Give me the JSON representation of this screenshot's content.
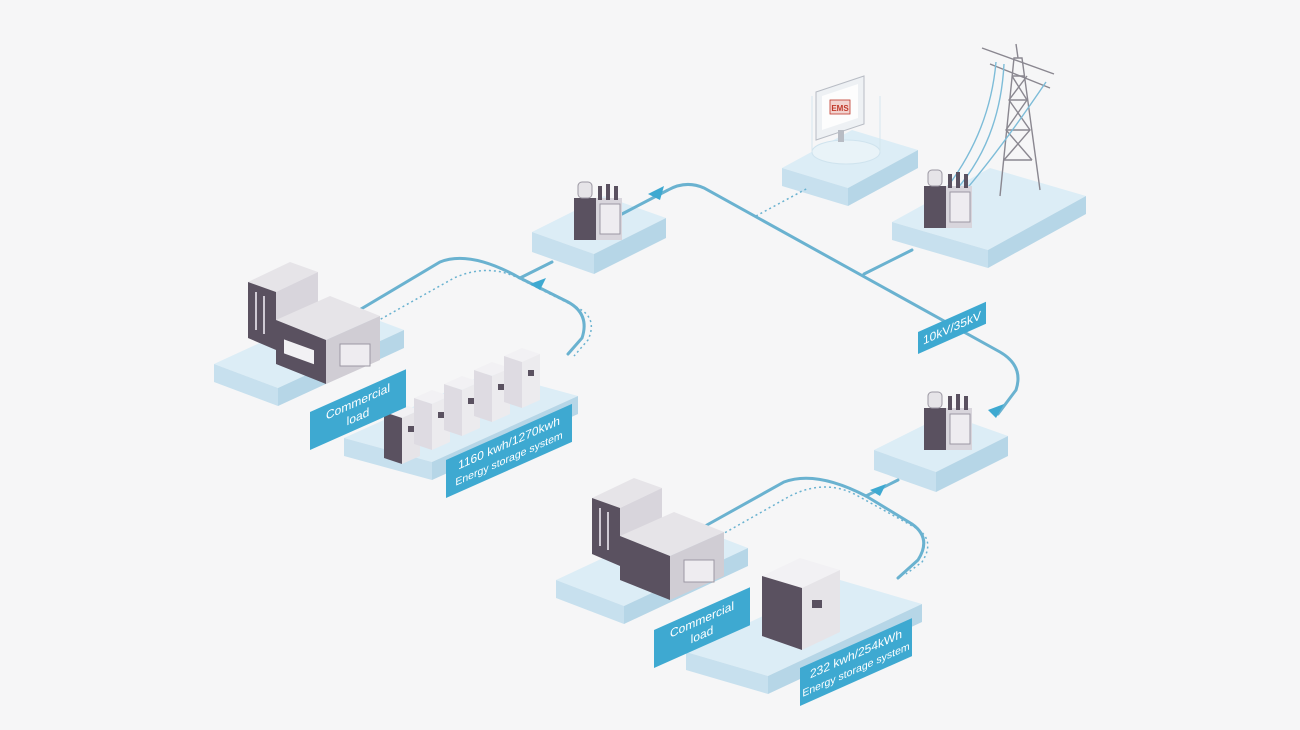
{
  "ems": {
    "screen_text": "EMS"
  },
  "voltage": {
    "label": "10kV/35kV"
  },
  "site_top": {
    "load_line1": "Commercial",
    "load_line2": "load",
    "ess_line1": "1160 kwh/1270kwh",
    "ess_line2": "Energy storage system"
  },
  "site_bottom": {
    "load_line1": "Commercial",
    "load_line2": "load",
    "ess_line1": "232 kwh/254kWh",
    "ess_line2": "Energy storage system"
  },
  "colors": {
    "background": "#f6f6f7",
    "platform_top": "#dcedf6",
    "platform_side": "#c7e0ee",
    "line": "#6ab2d0",
    "label_bg": "#3ea9d1",
    "building_dark": "#5a5160",
    "building_light": "#e6e4e8"
  },
  "icons": [
    "transmission-tower-icon",
    "transformer-icon",
    "ems-monitor-icon",
    "commercial-building-icon",
    "battery-cabinet-icon"
  ]
}
